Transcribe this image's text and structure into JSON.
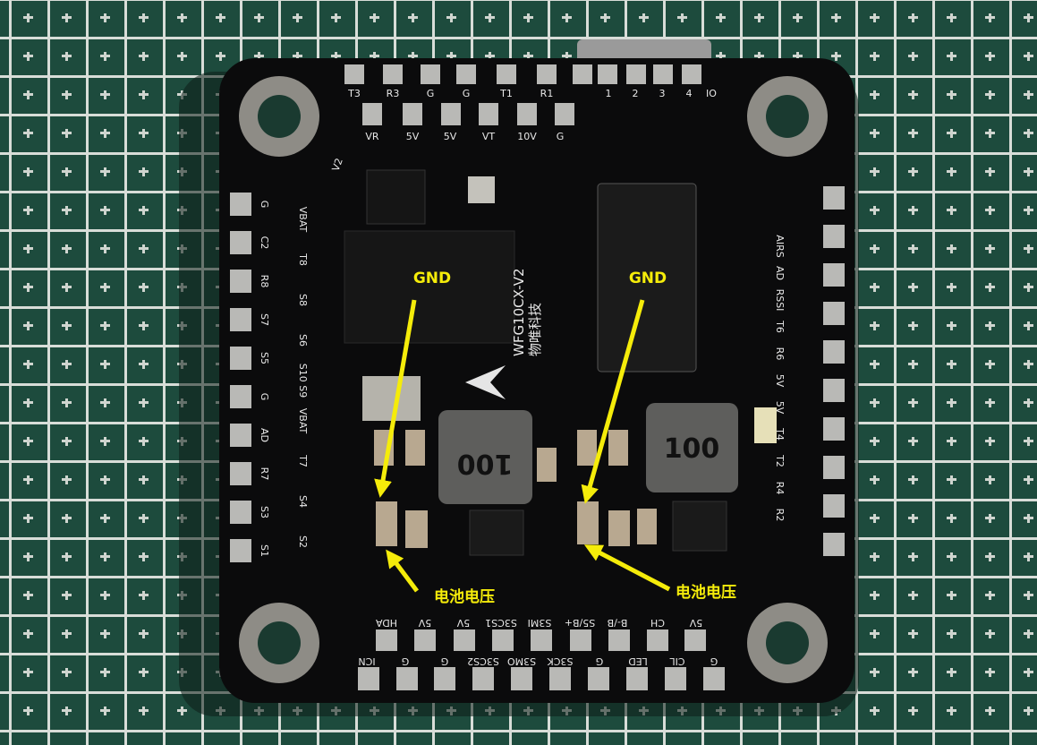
{
  "annotations": {
    "gnd_left": "GND",
    "gnd_right": "GND",
    "battery_left": "电池电压",
    "battery_right": "电池电压",
    "color": "#f5ec0a"
  },
  "board": {
    "model": "WFG10CX-V2",
    "maker": "物唯科技",
    "version": "V2",
    "inductor_left": "100",
    "inductor_right": "100",
    "top_pads": [
      "T3",
      "R3",
      "G",
      "G",
      "T1",
      "R1",
      "1",
      "2",
      "3",
      "4",
      "IO"
    ],
    "second_row": [
      "VR",
      "5V",
      "5V",
      "VT",
      "10V",
      "G"
    ],
    "left_labels": [
      "G",
      "C2",
      "R8",
      "S7",
      "S5",
      "G",
      "AD",
      "R7",
      "S3",
      "S1"
    ],
    "left_labels_inner": [
      "VBAT",
      "T8",
      "S8",
      "S6",
      "S10 S9",
      "VBAT",
      "T7",
      "S4",
      "S2"
    ],
    "right_labels": [
      "AIRS",
      "AD",
      "RSSI",
      "T6",
      "R6",
      "5V",
      "5V",
      "T4",
      "T2",
      "R4",
      "R2"
    ],
    "bottom_upper": [
      "HDA",
      "5V",
      "5V",
      "S3CS1",
      "S3MI",
      "S5/B+",
      "B-/B",
      "CH",
      "5V"
    ],
    "bottom_lower": [
      "ICN",
      "G",
      "G",
      "S3CS2",
      "S3MO",
      "S3CK",
      "G",
      "LED",
      "CIL",
      "G"
    ]
  }
}
